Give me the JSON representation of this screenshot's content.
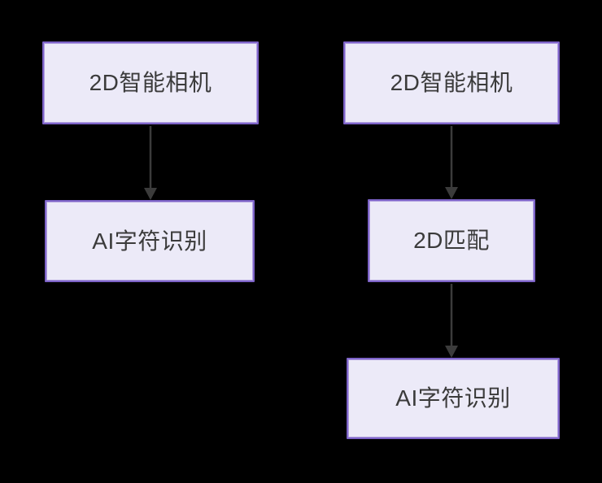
{
  "diagram": {
    "type": "flowchart",
    "background_color": "#000000",
    "node_fill_color": "#ECEAF8",
    "node_border_color": "#7D63C8",
    "node_text_color": "#3B3B3B",
    "arrow_color": "#3B3B3B",
    "columns": [
      {
        "id": "left",
        "nodes": [
          {
            "label": "2D智能相机"
          },
          {
            "label": "AI字符识别"
          }
        ],
        "edges": [
          {
            "from": "2D智能相机",
            "to": "AI字符识别",
            "style": "arrow-down"
          }
        ]
      },
      {
        "id": "right",
        "nodes": [
          {
            "label": "2D智能相机"
          },
          {
            "label": "2D匹配"
          },
          {
            "label": "AI字符识别"
          }
        ],
        "edges": [
          {
            "from": "2D智能相机",
            "to": "2D匹配",
            "style": "arrow-down"
          },
          {
            "from": "2D匹配",
            "to": "AI字符识别",
            "style": "arrow-down"
          }
        ]
      }
    ]
  }
}
